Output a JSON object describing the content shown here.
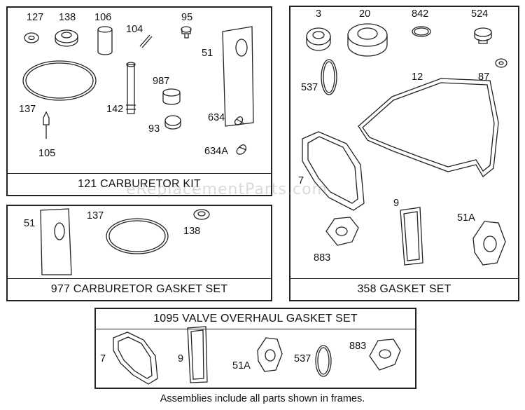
{
  "kits": {
    "carburetor_kit": {
      "title": "121 CARBURETOR KIT",
      "parts": [
        "127",
        "138",
        "106",
        "95",
        "104",
        "51",
        "137",
        "142",
        "987",
        "93",
        "634",
        "105",
        "634A"
      ]
    },
    "carburetor_gasket_set": {
      "title": "977 CARBURETOR GASKET SET",
      "parts": [
        "51",
        "137",
        "138"
      ]
    },
    "gasket_set": {
      "title": "358 GASKET SET",
      "parts": [
        "3",
        "20",
        "842",
        "524",
        "87",
        "537",
        "12",
        "7",
        "9",
        "51A",
        "883"
      ]
    },
    "valve_overhaul_gasket_set": {
      "title": "1095 VALVE OVERHAUL GASKET SET",
      "parts": [
        "7",
        "9",
        "51A",
        "537",
        "883"
      ]
    }
  },
  "watermark": "eReplacementParts.com",
  "footnote": "Assemblies include all parts shown in frames."
}
